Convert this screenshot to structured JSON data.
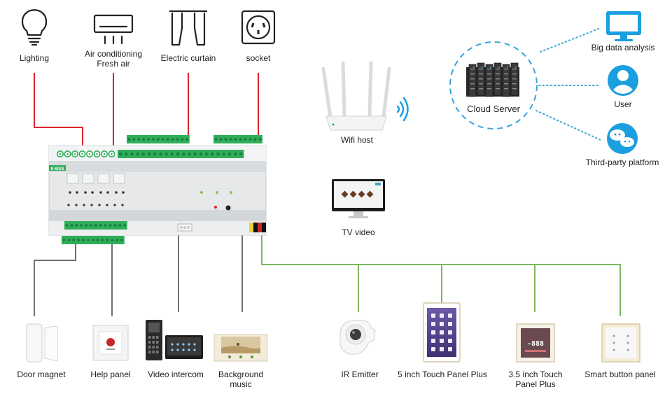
{
  "colors": {
    "power_line": "#d9232e",
    "control_line": "#707070",
    "bus_line": "#7cb85f",
    "cloud_ring": "#3aa3d8",
    "cloud_dots": "#3aa3d8",
    "icon_blue": "#1a9fe0",
    "terminal_green": "#2fae5a",
    "module_body": "#e6e8ea"
  },
  "top_loads": [
    {
      "id": "lighting",
      "label": "Lighting",
      "icon": "lightbulb-icon"
    },
    {
      "id": "ac",
      "label": "Air conditioning",
      "label2": "Fresh air",
      "icon": "air-conditioner-icon"
    },
    {
      "id": "curtain",
      "label": "Electric curtain",
      "icon": "curtain-icon"
    },
    {
      "id": "socket",
      "label": "socket",
      "icon": "power-socket-icon"
    }
  ],
  "network": {
    "wifi_label": "Wifi host",
    "tv_label": "TV video",
    "cloud_label": "Cloud Server",
    "cloud_targets": [
      {
        "id": "bigdata",
        "label": "Big data analysis",
        "icon": "monitor-icon"
      },
      {
        "id": "user",
        "label": "User",
        "icon": "user-icon"
      },
      {
        "id": "thirdparty",
        "label": "Third-party platform",
        "icon": "chat-bubbles-icon"
      }
    ]
  },
  "module": {
    "brand": "K-BUS"
  },
  "bottom_devices": [
    {
      "id": "door",
      "label": "Door magnet",
      "icon": "door-magnet-icon"
    },
    {
      "id": "help",
      "label": "Help panel",
      "icon": "help-panel-icon"
    },
    {
      "id": "intercom",
      "label": "Video intercom",
      "icon": "video-intercom-icon"
    },
    {
      "id": "music",
      "label": "Background",
      "label2": "music",
      "icon": "music-panel-icon"
    },
    {
      "id": "ir",
      "label": "IR Emitter",
      "icon": "ir-emitter-icon"
    },
    {
      "id": "touch5",
      "label": "5 inch Touch Panel Plus",
      "icon": "touch-panel-5-icon"
    },
    {
      "id": "touch35",
      "label": "3.5 inch Touch",
      "label2": "Panel Plus",
      "icon": "touch-panel-35-icon"
    },
    {
      "id": "smartbtn",
      "label": "Smart button panel",
      "icon": "smart-button-icon"
    }
  ]
}
